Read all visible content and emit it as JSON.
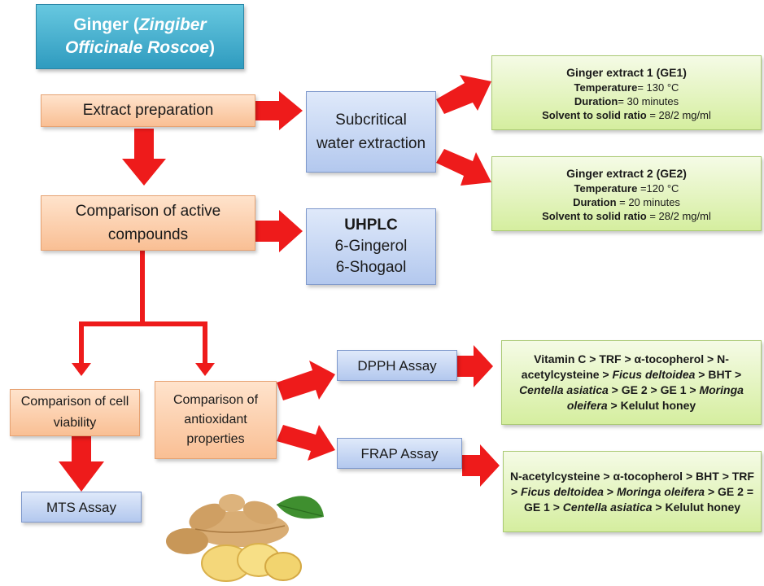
{
  "title": {
    "prefix": "Ginger (",
    "species": "Zingiber Officinale Roscoe",
    "suffix": ")"
  },
  "nodes": {
    "extract_preparation": "Extract preparation",
    "subcritical": "Subcritical water extraction",
    "comparison_active": "Comparison of active compounds",
    "uhplc": {
      "title": "UHPLC",
      "line1": "6-Gingerol",
      "line2": "6-Shogaol"
    },
    "cell_viability": "Comparison of cell viability",
    "antioxidant": "Comparison of antioxidant properties",
    "mts": "MTS Assay",
    "dpph": "DPPH Assay",
    "frap": "FRAP Assay"
  },
  "extracts": [
    {
      "heading": "Ginger extract 1 (GE1)",
      "temp_label": "Temperature",
      "temp_value": "= 130 °C",
      "duration_label": "Duration",
      "duration_value": "=  30 minutes",
      "ratio_label": "Solvent to solid ratio",
      "ratio_value": " = 28/2 mg/ml"
    },
    {
      "heading": "Ginger extract 2 (GE2)",
      "temp_label": "Temperature",
      "temp_value": " =120 °C",
      "duration_label": "Duration",
      "duration_value": " = 20 minutes",
      "ratio_label": "Solvent to solid ratio",
      "ratio_value": " = 28/2 mg/ml"
    }
  ],
  "rankings": {
    "dpph": [
      {
        "t": "Vitamin C > TRF > α-tocopherol > N-acetylcysteine > ",
        "i": false
      },
      {
        "t": "Ficus deltoidea",
        "i": true
      },
      {
        "t": " > BHT > ",
        "i": false
      },
      {
        "t": "Centella asiatica",
        "i": true
      },
      {
        "t": " > GE 2 > GE 1 > ",
        "i": false
      },
      {
        "t": "Moringa oleifera",
        "i": true
      },
      {
        "t": " > Kelulut honey",
        "i": false
      }
    ],
    "frap": [
      {
        "t": "N-acetylcysteine > α-tocopherol > BHT > TRF > ",
        "i": false
      },
      {
        "t": "Ficus deltoidea",
        "i": true
      },
      {
        "t": " > ",
        "i": false
      },
      {
        "t": "Moringa oleifera",
        "i": true
      },
      {
        "t": " > GE 2 = GE 1 > ",
        "i": false
      },
      {
        "t": "Centella asiatica",
        "i": true
      },
      {
        "t": " > Kelulut honey",
        "i": false
      }
    ]
  },
  "colors": {
    "arrow": "#ee1b1b",
    "title_bg": "#3fa9cc",
    "orange_box": "#fbc9a0",
    "blue_box": "#c3d5f2",
    "green_box": "#e2f3be"
  }
}
